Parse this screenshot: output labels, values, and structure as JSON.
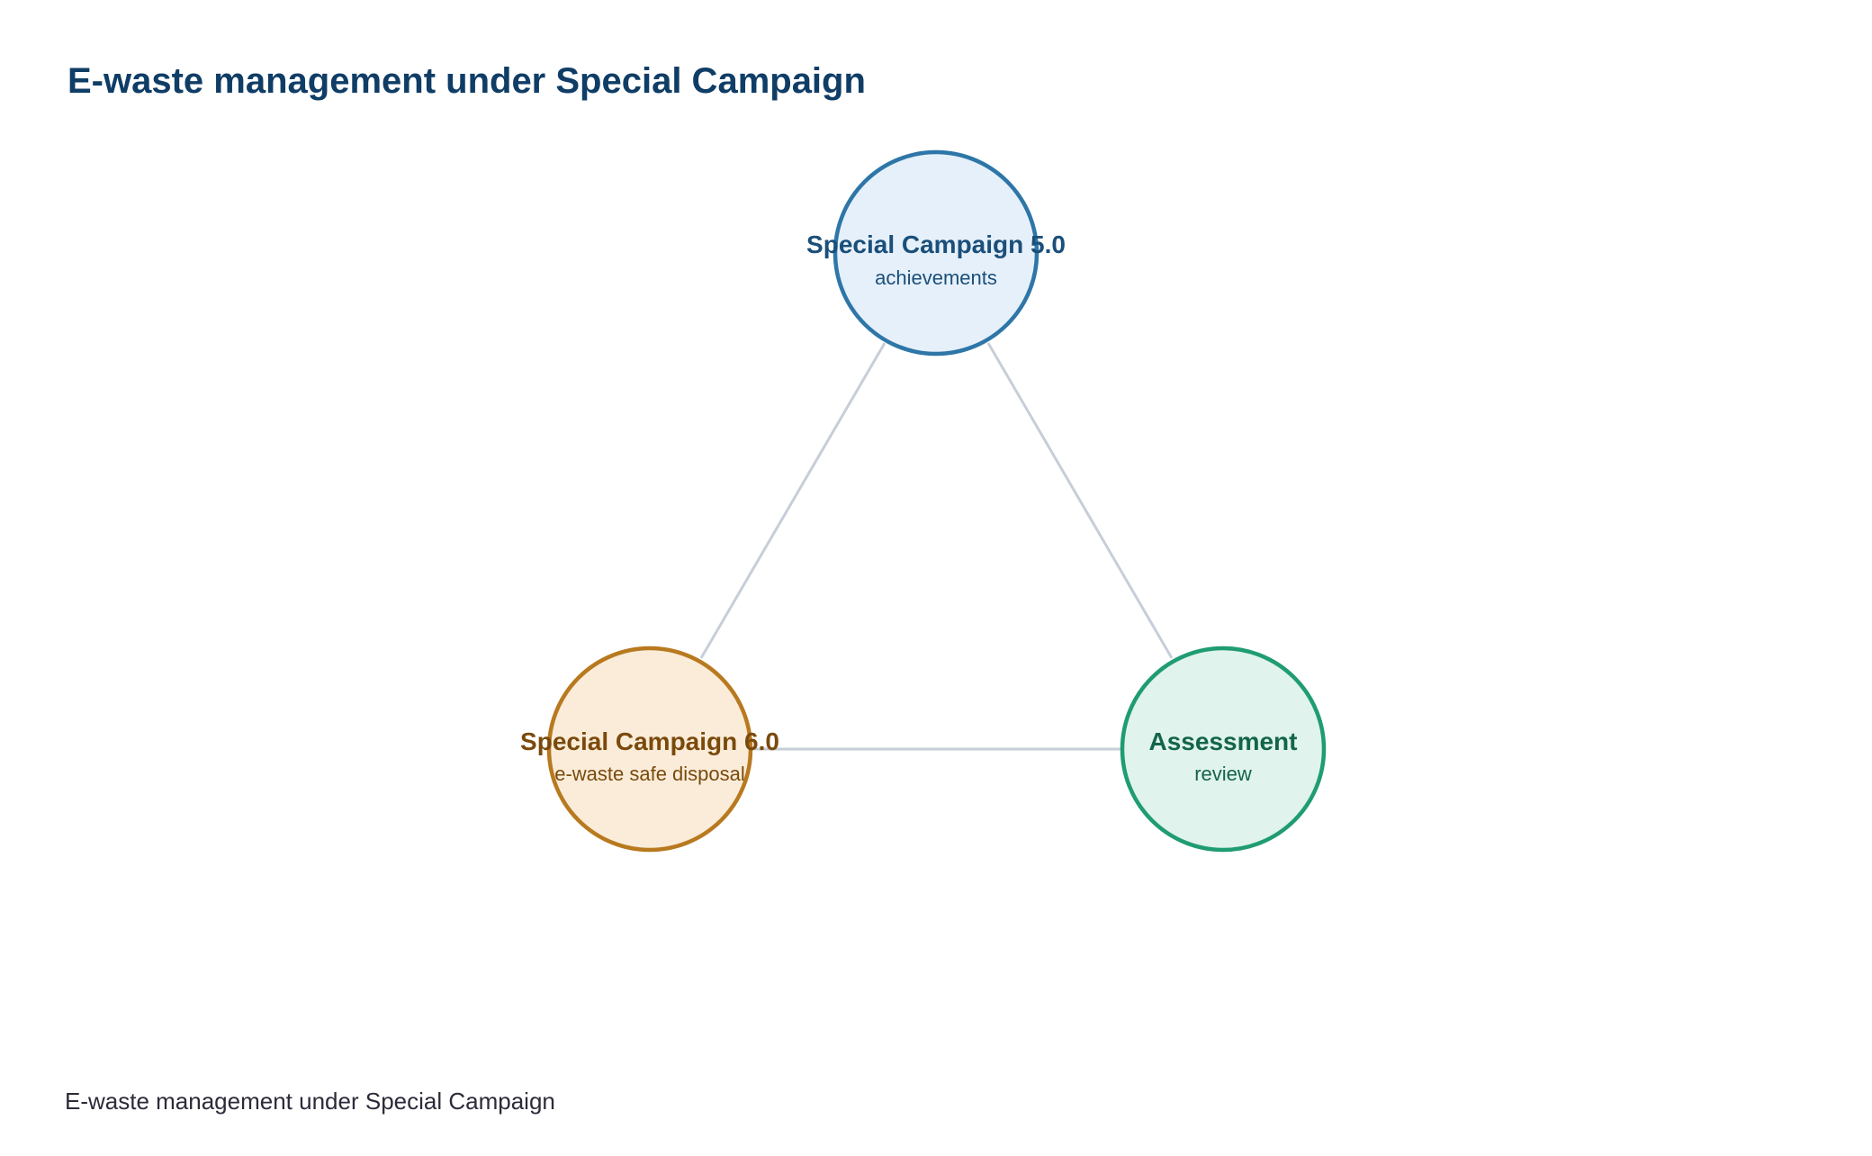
{
  "title": "E-waste management under Special Campaign",
  "footer": "E-waste management under Special Campaign",
  "nodes": {
    "sc5": {
      "title": "Special Campaign 5.0",
      "subtitle": "achievements",
      "stroke": "#2e76a8",
      "fill": "#e6f0fa",
      "text_color": "#1a4f7a"
    },
    "sc6": {
      "title": "Special Campaign 6.0",
      "subtitle": "e-waste safe disposal",
      "stroke": "#b8791f",
      "fill": "#faecd9",
      "text_color": "#7a4a0c"
    },
    "assessment": {
      "title": "Assessment",
      "subtitle": "review",
      "stroke": "#1f9c74",
      "fill": "#e0f3ec",
      "text_color": "#13654a"
    }
  },
  "edge_color": "#c6ced9"
}
